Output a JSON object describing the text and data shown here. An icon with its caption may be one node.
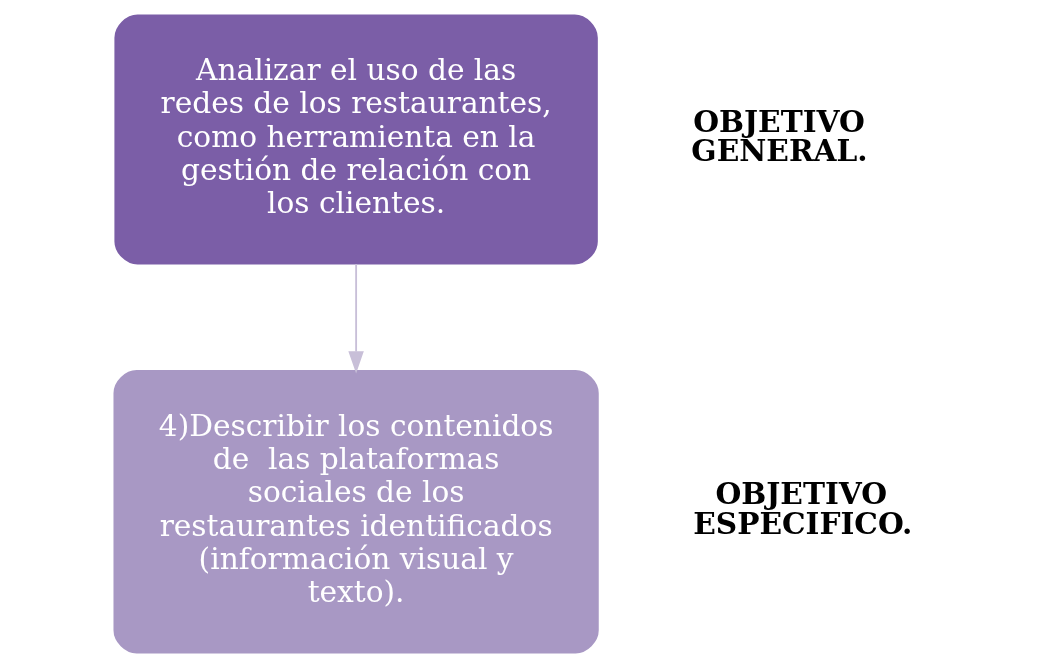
{
  "diagram": {
    "nodes": [
      {
        "text": [
          "Analizar el uso de las redes de los restaurantes,  como herramienta en la gestión de relación con los clientes."
        ],
        "beside": [
          "OBJETIVO GENERAL."
        ]
      },
      {
        "text": [
          "4)Describir los contenidos de  las plataformas sociales de los restaurantes identificados (información visual y texto)."
        ],
        "beside": [
          "OBJETIVO ESPECIFICO."
        ]
      }
    ],
    "edges": [
      {
        "from": 0,
        "to": 1,
        "arrow": "to"
      }
    ]
  }
}
